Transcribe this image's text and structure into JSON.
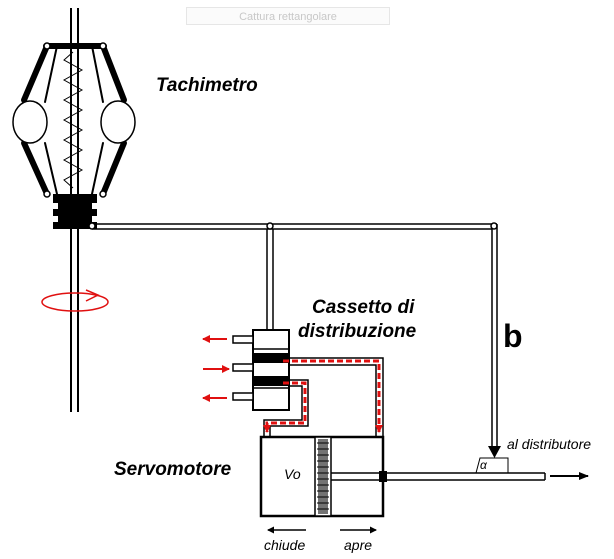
{
  "capture_button": {
    "label": "Cattura rettangolare"
  },
  "labels": {
    "tachimetro": "Tachimetro",
    "cassetto_line1": "Cassetto di",
    "cassetto_line2": "distribuzione",
    "b": "b",
    "servomotore": "Servomotore",
    "vo": "Vo",
    "al_distributore": "al  distributore",
    "alpha": "α",
    "chiude": "chiude",
    "apre": "apre"
  },
  "colors": {
    "flow": "#e01010",
    "line": "#000000",
    "capture_text": "#c8c8c8"
  }
}
